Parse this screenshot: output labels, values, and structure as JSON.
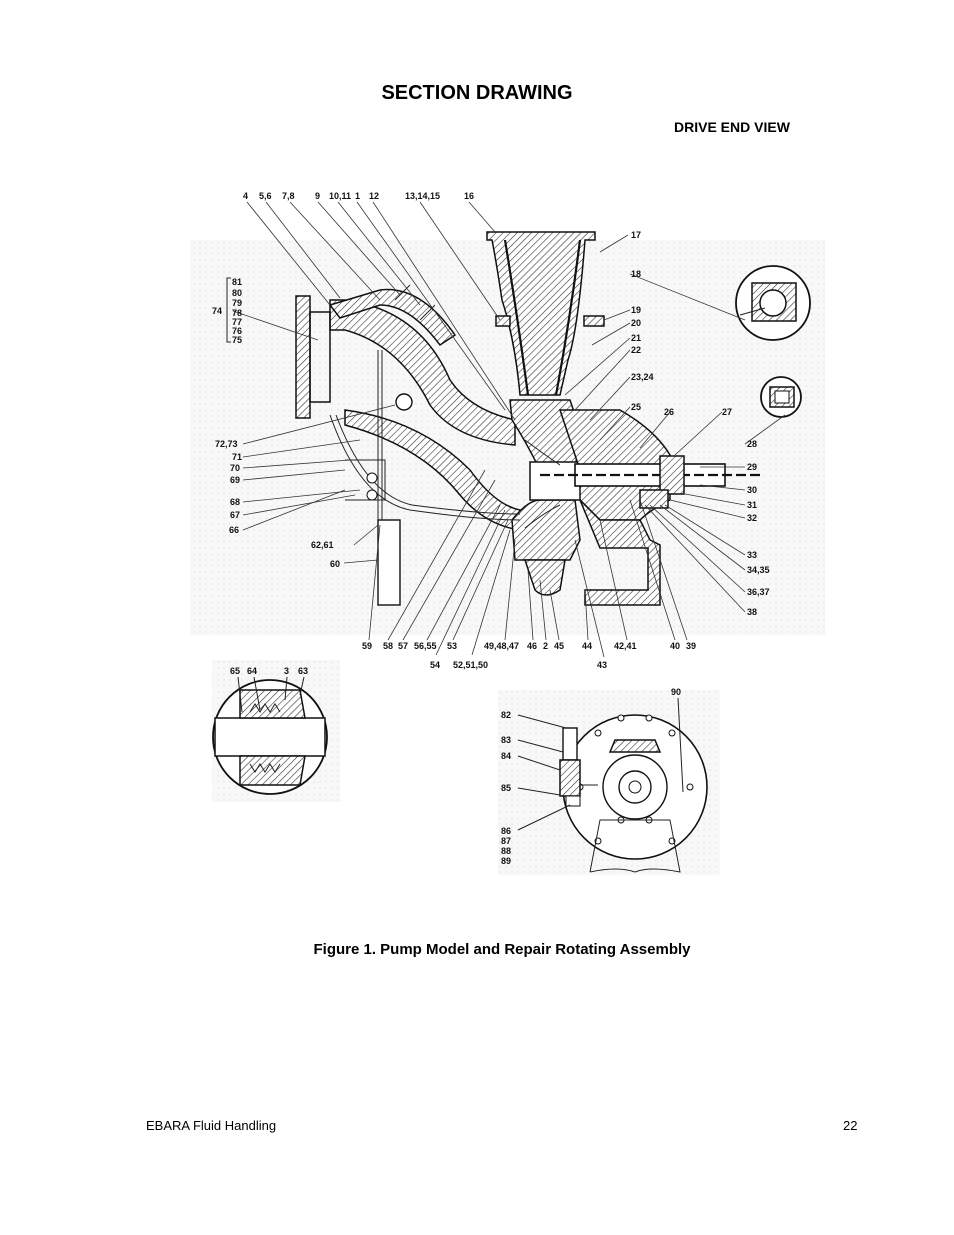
{
  "page": {
    "title": "SECTION DRAWING",
    "subtitle": "DRIVE END VIEW",
    "caption": "Figure 1. Pump Model and Repair Rotating Assembly",
    "footer_left": "EBARA Fluid Handling",
    "page_number": "22"
  },
  "drawing": {
    "main_callouts": [
      "4",
      "5,6",
      "7,8",
      "9",
      "10,11",
      "1",
      "12",
      "13,14,15",
      "16",
      "17",
      "18",
      "19",
      "20",
      "21",
      "22",
      "23,24",
      "25",
      "26",
      "27",
      "28",
      "29",
      "30",
      "31",
      "32",
      "33",
      "34,35",
      "36,37",
      "38",
      "39",
      "40",
      "42,41",
      "43",
      "44",
      "45",
      "2",
      "46",
      "49,48,47",
      "52,51,50",
      "53",
      "54",
      "56,55",
      "57",
      "58",
      "59",
      "60",
      "62,61",
      "66",
      "67",
      "68",
      "69",
      "70",
      "71",
      "72,73",
      "74",
      "81",
      "80",
      "79",
      "78",
      "77",
      "76",
      "75"
    ],
    "seal_callouts": [
      "65",
      "64",
      "3",
      "63"
    ],
    "end_view_callouts": [
      "82",
      "83",
      "84",
      "85",
      "86",
      "87",
      "88",
      "89",
      "90"
    ]
  }
}
